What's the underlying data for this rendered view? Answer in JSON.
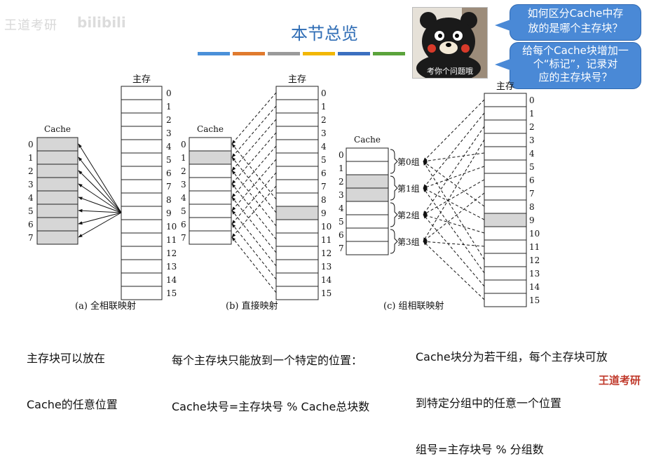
{
  "watermark": {
    "left": "王道考研",
    "logo": "bilibili"
  },
  "title": "本节总览",
  "title_bar_colors": [
    "#4a90d9",
    "#e07a2e",
    "#9a9a9a",
    "#f2b705",
    "#3b6fc0",
    "#5aa33b"
  ],
  "mascot": {
    "caption": "考你个问题哦"
  },
  "bubbles": {
    "question_line1": "如何区分Cache中存",
    "question_line2": "放的是哪个主存块？",
    "answer_line1": "给每个Cache块增加一",
    "answer_line2": "个“标记”，记录对",
    "answer_line3": "应的主存块号？"
  },
  "labels": {
    "main_memory": "主存",
    "cache": "Cache"
  },
  "numbers": {
    "mem": [
      "0",
      "1",
      "2",
      "3",
      "4",
      "5",
      "6",
      "7",
      "8",
      "9",
      "10",
      "11",
      "12",
      "13",
      "14",
      "15"
    ],
    "cache": [
      "0",
      "1",
      "2",
      "3",
      "4",
      "5",
      "6",
      "7"
    ]
  },
  "groups": [
    "第0组",
    "第1组",
    "第2组",
    "第3组"
  ],
  "captions": {
    "a": "(a) 全相联映射",
    "b": "(b) 直接映射",
    "c": "(c) 组相联映射"
  },
  "descriptions": {
    "a_line1": "主存块可以放在",
    "a_line2": "Cache的任意位置",
    "b_line1": "每个主存块只能放到一个特定的位置：",
    "b_line2": "Cache块号=主存块号 % Cache总块数",
    "c_line1": "Cache块分为若干组，每个主存块可放",
    "c_line2": "到特定分组中的任意一个位置",
    "c_line3": "组号=主存块号 % 分组数"
  },
  "brand": "王道考研"
}
